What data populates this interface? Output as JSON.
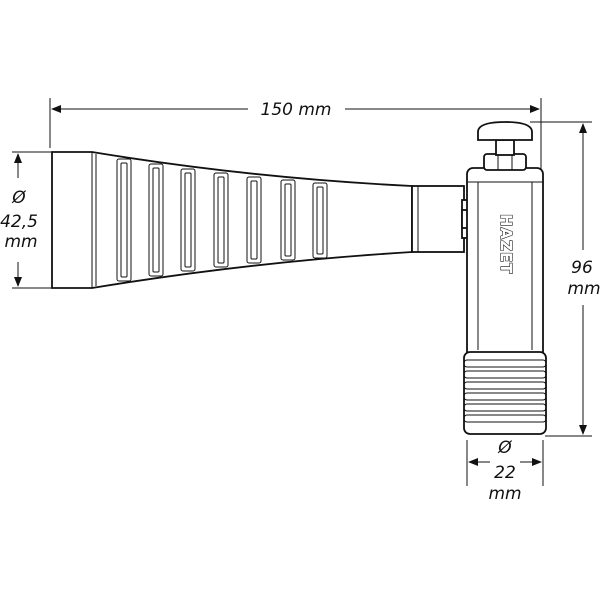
{
  "dimensions": {
    "length": {
      "value": "150",
      "unit": "mm"
    },
    "head_diameter": {
      "symbol": "Ø",
      "value": "42,5",
      "unit": "mm"
    },
    "height": {
      "value": "96",
      "unit": "mm"
    },
    "grip_diameter": {
      "symbol": "Ø",
      "value": "22",
      "unit": "mm"
    }
  },
  "brand": {
    "name": "HAZET"
  },
  "colors": {
    "line": "#111111",
    "background": "#ffffff"
  }
}
